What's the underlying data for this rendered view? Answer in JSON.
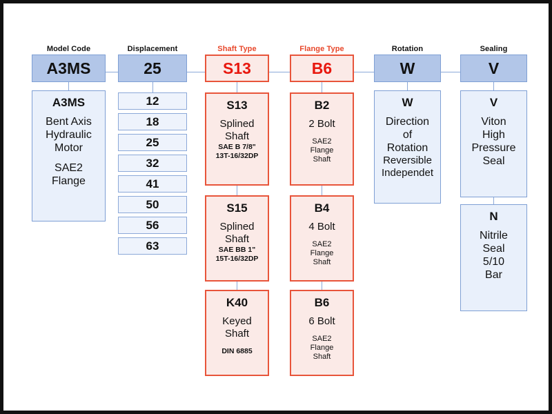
{
  "diagram": {
    "title_bar": null,
    "colors": {
      "header_blue_fill": "#b2c6e8",
      "body_blue_fill": "#e9f0fb",
      "pink_fill": "#fbeae7",
      "pink_border": "#e8543a",
      "blue_border": "#7e9fd4",
      "accent_red_text": "#e8180f",
      "accent_title_red": "#e8472a",
      "connector_line": "#8ba8d8",
      "frame": "#111111",
      "background": "#ffffff"
    },
    "columns": [
      {
        "id": "model-code",
        "title": "Model Code",
        "title_accent": false,
        "style": "blue",
        "selected_code": "A3MS",
        "options": [
          {
            "code": "A3MS",
            "lines": [
              "Bent Axis",
              "Hydraulic",
              "Motor"
            ],
            "lines2": [
              "SAE2",
              "Flange"
            ],
            "fine": []
          }
        ]
      },
      {
        "id": "displacement",
        "title": "Displacement",
        "title_accent": false,
        "style": "blue-list",
        "selected_code": "25",
        "list": [
          "12",
          "18",
          "25",
          "32",
          "41",
          "50",
          "56",
          "63"
        ]
      },
      {
        "id": "shaft-type",
        "title": "Shaft Type",
        "title_accent": true,
        "style": "pink",
        "selected_code": "S13",
        "options": [
          {
            "code": "S13",
            "lines": [
              "Splined",
              "Shaft"
            ],
            "fine": [
              "SAE B 7/8\"",
              "13T-16/32DP"
            ]
          },
          {
            "code": "S15",
            "lines": [
              "Splined",
              "Shaft"
            ],
            "fine": [
              "SAE BB 1\"",
              "15T-16/32DP"
            ]
          },
          {
            "code": "K40",
            "lines": [
              "Keyed",
              "Shaft"
            ],
            "fine": [
              "DIN 6885"
            ]
          }
        ]
      },
      {
        "id": "flange-type",
        "title": "Flange Type",
        "title_accent": true,
        "style": "pink",
        "selected_code": "B6",
        "options": [
          {
            "code": "B2",
            "lines": [
              "2 Bolt"
            ],
            "fine": [
              "SAE2",
              "Flange",
              "Shaft"
            ]
          },
          {
            "code": "B4",
            "lines": [
              "4 Bolt"
            ],
            "fine": [
              "SAE2",
              "Flange",
              "Shaft"
            ]
          },
          {
            "code": "B6",
            "lines": [
              "6 Bolt"
            ],
            "fine": [
              "SAE2",
              "Flange",
              "Shaft"
            ]
          }
        ]
      },
      {
        "id": "rotation",
        "title": "Rotation",
        "title_accent": false,
        "style": "blue",
        "selected_code": "W",
        "options": [
          {
            "code": "W",
            "lines": [
              "Direction",
              "of",
              "Rotation"
            ],
            "fine": [
              "Reversible",
              "Independet"
            ]
          }
        ]
      },
      {
        "id": "sealing",
        "title": "Sealing",
        "title_accent": false,
        "style": "blue",
        "selected_code": "V",
        "options": [
          {
            "code": "V",
            "lines": [
              "Viton",
              "High",
              "Pressure",
              "Seal"
            ],
            "fine": []
          },
          {
            "code": "N",
            "lines": [
              "Nitrile",
              "Seal",
              "5/10",
              "Bar"
            ],
            "fine": []
          }
        ]
      }
    ]
  }
}
